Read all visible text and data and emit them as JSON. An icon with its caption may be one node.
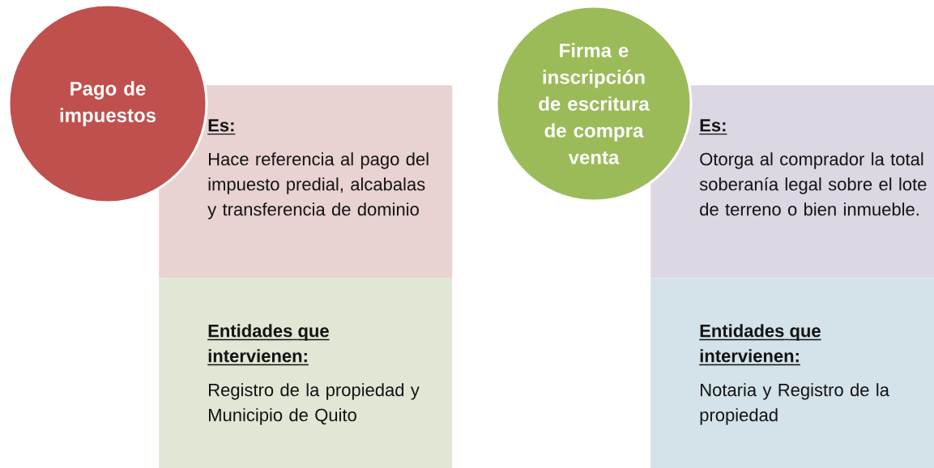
{
  "diagram": {
    "nodes": [
      {
        "text": [
          "Pago de impuestos"
        ]
      },
      {
        "text": [
          "Es:",
          "Hace referencia al pago del impuesto predial, alcabalas y transferencia de dominio"
        ]
      },
      {
        "text": [
          "Entidades que intervienen:",
          "Registro de la propiedad y Municipio de Quito"
        ]
      },
      {
        "text": [
          "Firma e inscripción de escritura de compra venta"
        ]
      },
      {
        "text": [
          "Es:",
          "Otorga al comprador la total soberanía legal sobre el lote de terreno o bien inmueble."
        ]
      },
      {
        "text": [
          "Entidades que intervienen:",
          "Notaria y Registro de la propiedad"
        ]
      }
    ]
  }
}
